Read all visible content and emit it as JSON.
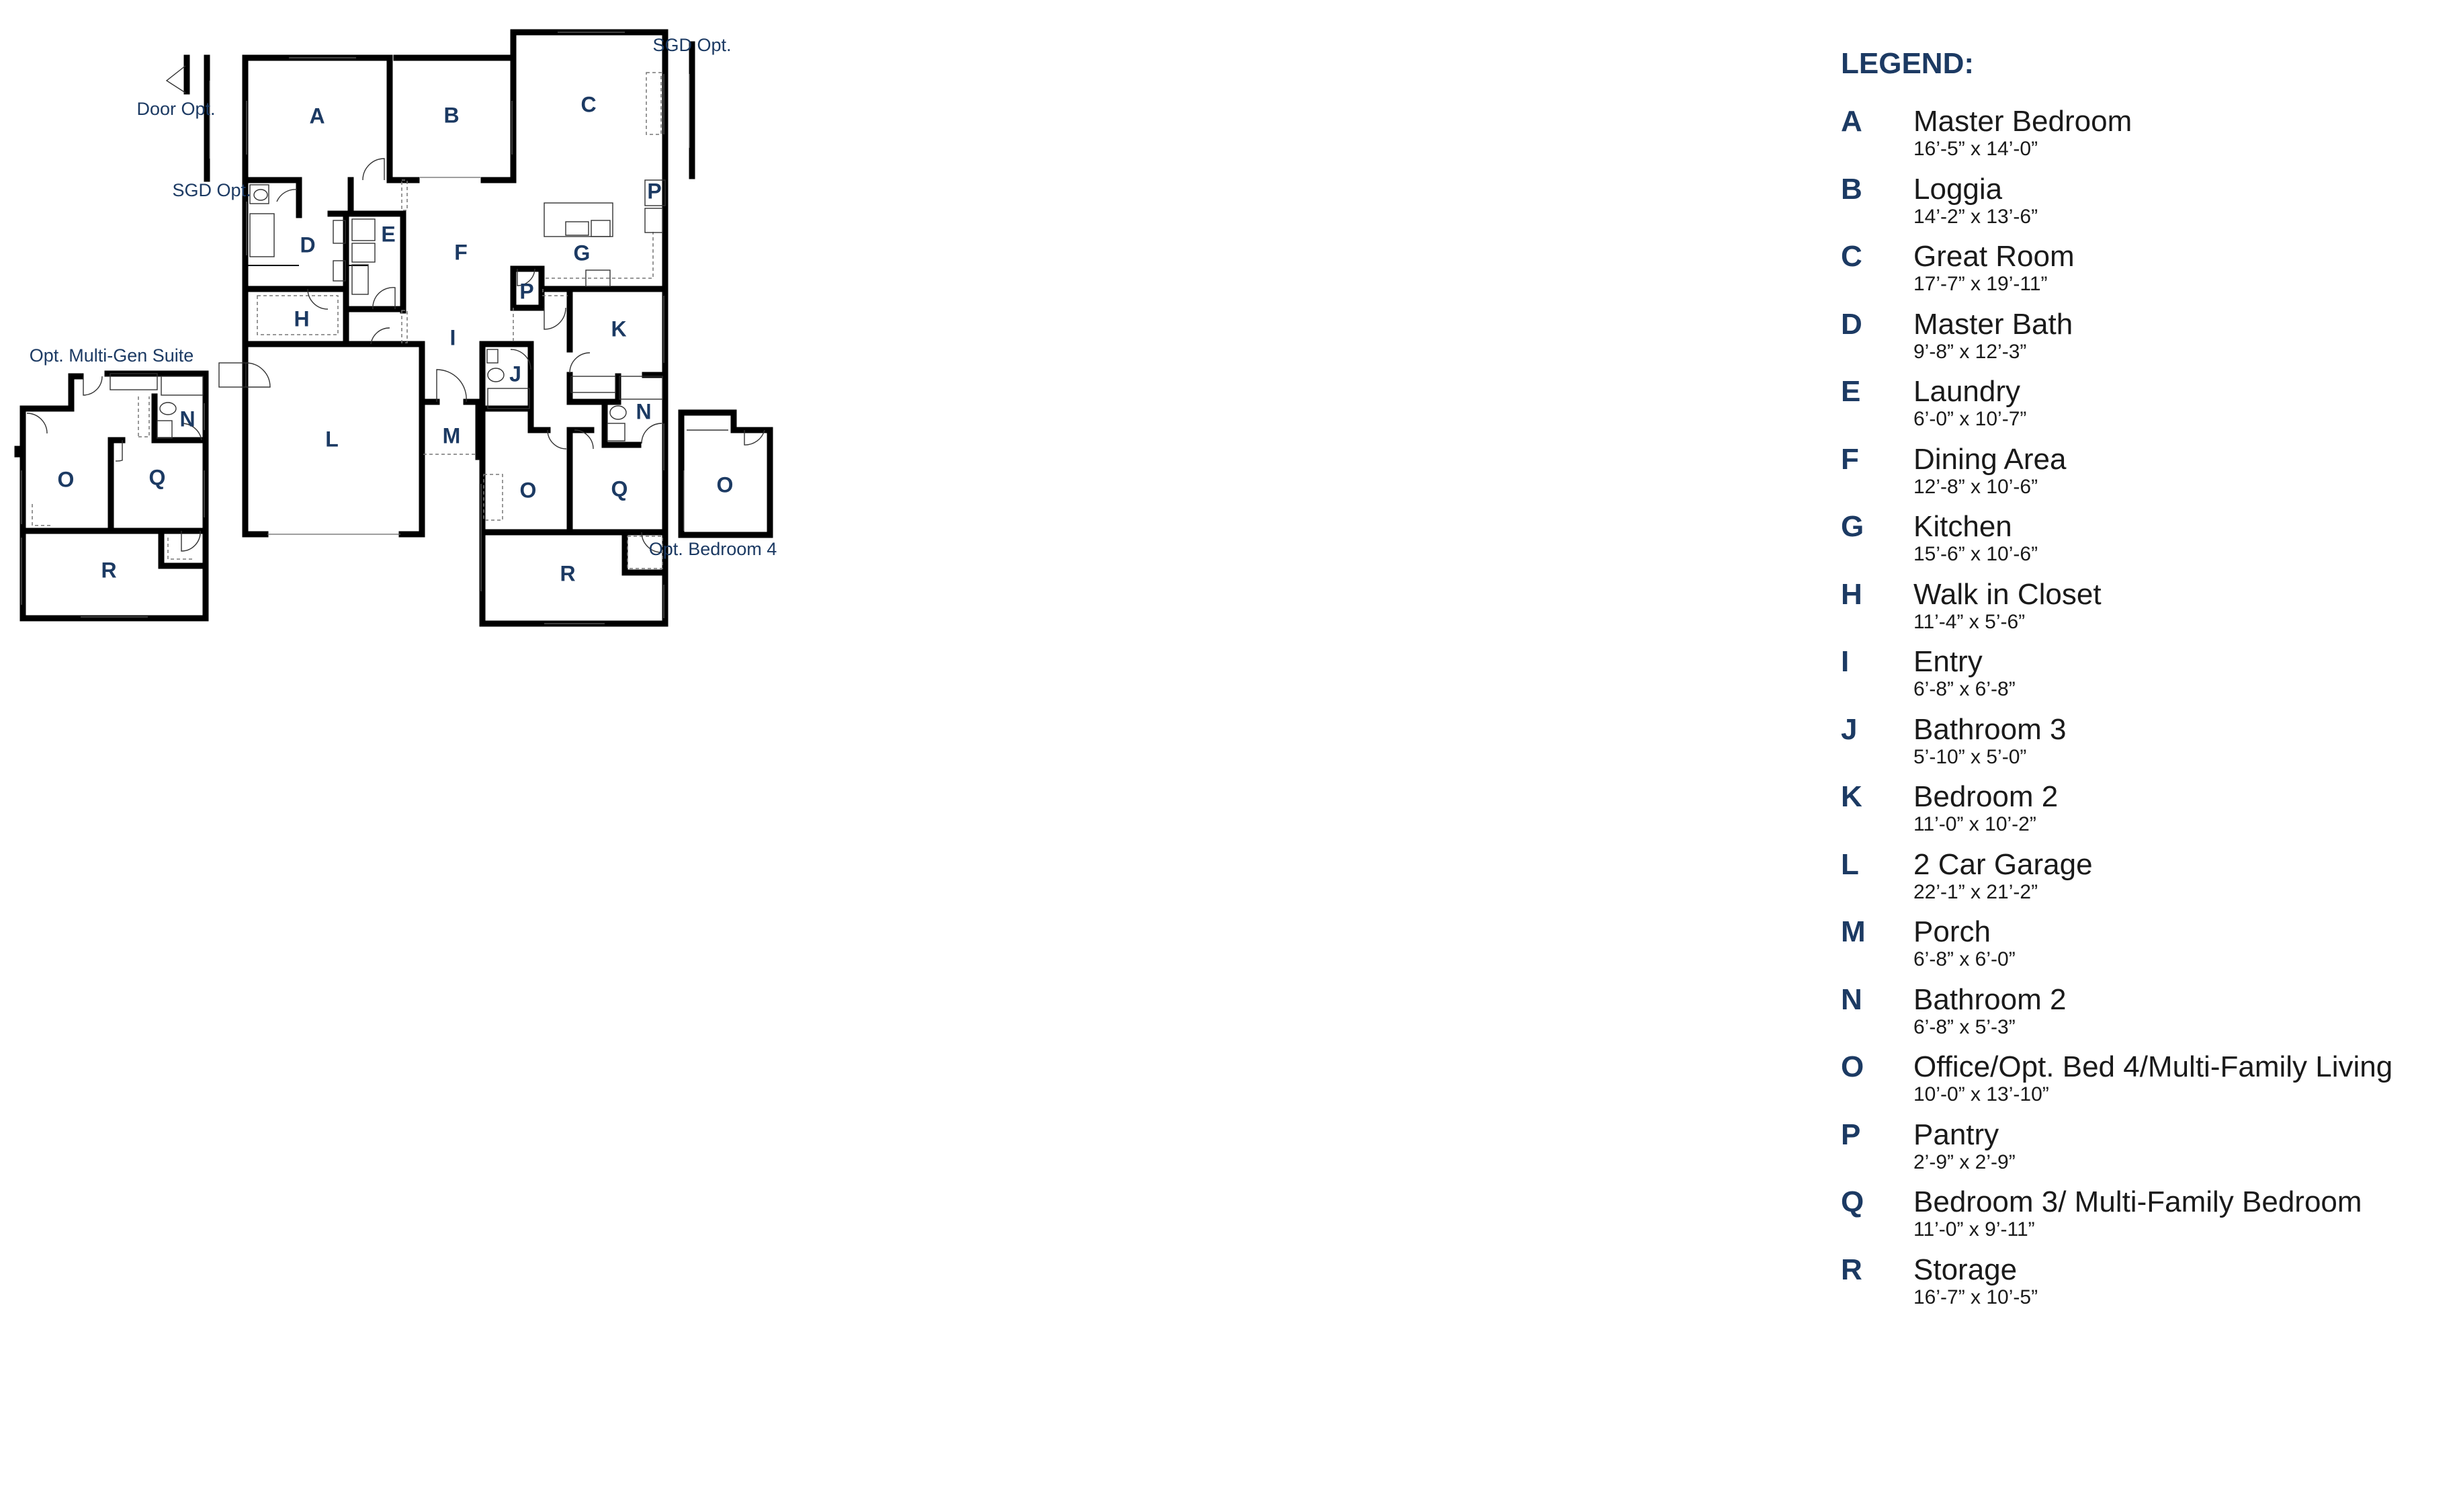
{
  "plan": {
    "rooms": [
      {
        "id": "A",
        "label": "A"
      },
      {
        "id": "B",
        "label": "B"
      },
      {
        "id": "C",
        "label": "C"
      },
      {
        "id": "D",
        "label": "D"
      },
      {
        "id": "E",
        "label": "E"
      },
      {
        "id": "F",
        "label": "F"
      },
      {
        "id": "G",
        "label": "G"
      },
      {
        "id": "H",
        "label": "H"
      },
      {
        "id": "I",
        "label": "I"
      },
      {
        "id": "J",
        "label": "J"
      },
      {
        "id": "K",
        "label": "K"
      },
      {
        "id": "L",
        "label": "L"
      },
      {
        "id": "M",
        "label": "M"
      },
      {
        "id": "N",
        "label": "N"
      },
      {
        "id": "O",
        "label": "O"
      },
      {
        "id": "P",
        "label": "P"
      },
      {
        "id": "Q",
        "label": "Q"
      },
      {
        "id": "R",
        "label": "R"
      },
      {
        "id": "P2",
        "label": "P"
      }
    ],
    "suite_rooms": [
      {
        "id": "O",
        "label": "O"
      },
      {
        "id": "Q",
        "label": "Q"
      },
      {
        "id": "N",
        "label": "N"
      },
      {
        "id": "R",
        "label": "R"
      }
    ],
    "bedroom4_rooms": [
      {
        "id": "O",
        "label": "O"
      }
    ],
    "notes": {
      "door_opt": "Door Opt.",
      "sgd_opt_left": "SGD Opt.",
      "sgd_opt_right": "SGD Opt.",
      "multigen_suite": "Opt. Multi-Gen Suite",
      "opt_bedroom4": "Opt. Bedroom 4"
    }
  },
  "legend": {
    "title": "LEGEND:",
    "items": [
      {
        "key": "A",
        "name": "Master Bedroom",
        "dims": "16’-5” x 14’-0”"
      },
      {
        "key": "B",
        "name": "Loggia",
        "dims": "14’-2” x 13’-6”"
      },
      {
        "key": "C",
        "name": "Great Room",
        "dims": "17’-7” x 19’-11”"
      },
      {
        "key": "D",
        "name": "Master Bath",
        "dims": "9’-8” x 12’-3”"
      },
      {
        "key": "E",
        "name": "Laundry",
        "dims": "6’-0” x 10’-7”"
      },
      {
        "key": "F",
        "name": "Dining Area",
        "dims": "12’-8” x 10’-6”"
      },
      {
        "key": "G",
        "name": "Kitchen",
        "dims": "15’-6” x 10’-6”"
      },
      {
        "key": "H",
        "name": "Walk in Closet",
        "dims": "11’-4” x 5’-6”"
      },
      {
        "key": "I",
        "name": "Entry",
        "dims": "6’-8” x 6’-8”"
      },
      {
        "key": "J",
        "name": "Bathroom 3",
        "dims": "5’-10” x 5’-0”"
      },
      {
        "key": "K",
        "name": "Bedroom 2",
        "dims": "11’-0” x 10’-2”"
      },
      {
        "key": "L",
        "name": "2 Car Garage",
        "dims": "22’-1” x 21’-2”"
      },
      {
        "key": "M",
        "name": "Porch",
        "dims": "6’-8” x 6’-0”"
      },
      {
        "key": "N",
        "name": "Bathroom 2",
        "dims": "6’-8” x 5’-3”"
      },
      {
        "key": "O",
        "name": "Office/Opt. Bed 4/Multi-Family Living",
        "dims": "10’-0” x 13’-10”"
      },
      {
        "key": "P",
        "name": "Pantry",
        "dims": "2’-9” x 2’-9”"
      },
      {
        "key": "Q",
        "name": "Bedroom 3/ Multi-Family Bedroom",
        "dims": "11’-0” x 9’-11”"
      },
      {
        "key": "R",
        "name": "Storage",
        "dims": "16’-7” x 10’-5”"
      }
    ]
  },
  "colors": {
    "accent_text": "#1c3a63",
    "wall": "#000000",
    "background": "#ffffff"
  }
}
